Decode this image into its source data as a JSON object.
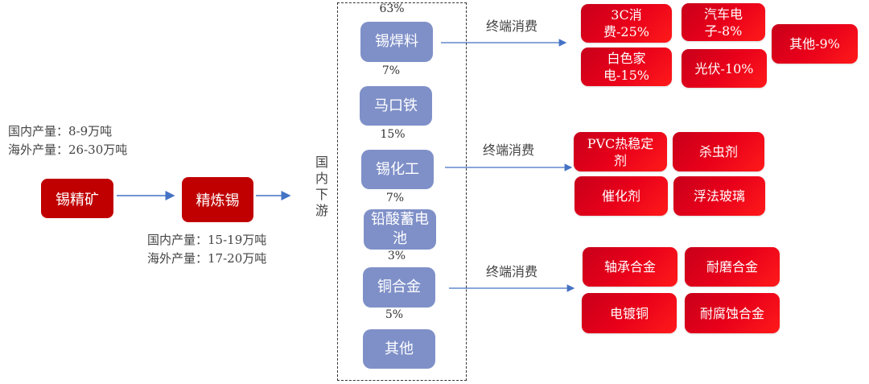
{
  "upstream": {
    "ore": {
      "label": "锡精矿",
      "domestic": "国内产量：8-9万吨",
      "overseas": "海外产量：26-30万吨"
    },
    "refined": {
      "label": "精炼锡",
      "domestic": "国内产量：15-19万吨",
      "overseas": "海外产量：17-20万吨"
    }
  },
  "downstream_label": "国内下游",
  "downstream": [
    {
      "pct": "63%",
      "label": "锡焊料"
    },
    {
      "pct": "7%",
      "label": "马口铁"
    },
    {
      "pct": "15%",
      "label": "锡化工"
    },
    {
      "pct": "7%",
      "label": "铅酸蓄电池"
    },
    {
      "pct": "3%",
      "label": "铜合金"
    },
    {
      "pct": "5%",
      "label": "其他"
    }
  ],
  "end_use_label": "终端消费",
  "end_use": {
    "solder": [
      "3C消费-25%",
      "汽车电子-8%",
      "白色家电-15%",
      "光伏-10%",
      "其他-9%"
    ],
    "chemical": [
      "PVC热稳定剂",
      "杀虫剂",
      "催化剂",
      "浮法玻璃"
    ],
    "copper_alloy": [
      "轴承合金",
      "耐磨合金",
      "电镀铜",
      "耐腐蚀合金"
    ]
  },
  "colors": {
    "upstream": "#c00000",
    "downstream": "#7f90c8",
    "end_use": "#e8001a",
    "arrow": "#4472c4"
  }
}
